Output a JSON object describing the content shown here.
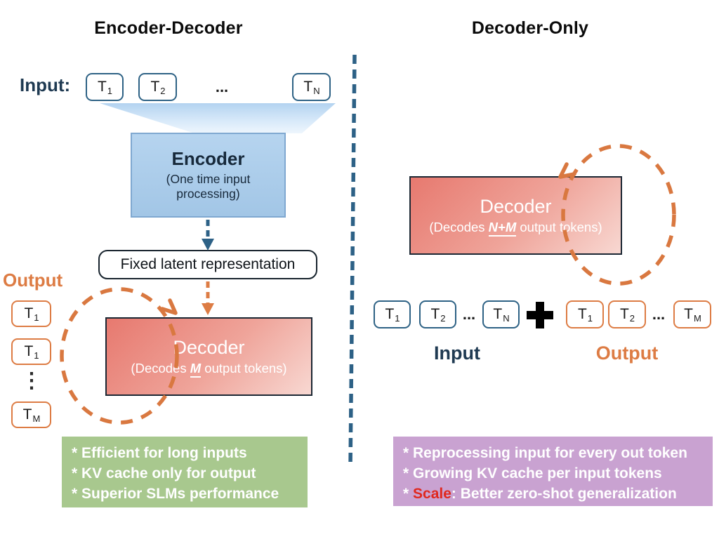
{
  "colors": {
    "accent_orange": "#dd7c44",
    "navy_text": "#1f3a52",
    "blue_token_border": "#2e6285",
    "encoder_fill": "#aacbe9",
    "decoder_gradient_start": "#e7796f",
    "decoder_gradient_end": "#f8d8d2",
    "green_note_fill": "#a8c88e",
    "purple_note_fill": "#c9a2d1",
    "scale_red": "#e0281e",
    "divider_blue": "#2d6186"
  },
  "left": {
    "title": "Encoder-Decoder",
    "input_label": "Input:",
    "ellipsis": "...",
    "input_tokens": [
      {
        "base": "T",
        "sub": "1"
      },
      {
        "base": "T",
        "sub": "2"
      },
      {
        "base": "T",
        "sub": "N"
      }
    ],
    "encoder": {
      "title": "Encoder",
      "subtitle": "(One time input processing)"
    },
    "latent_label": "Fixed latent representation",
    "output_label": "Output",
    "output_tokens": [
      {
        "base": "T",
        "sub": "1"
      },
      {
        "base": "T",
        "sub": "1"
      },
      {
        "base": "T",
        "sub": "M"
      }
    ],
    "vertical_ellipsis": "⋮",
    "decoder": {
      "title": "Decoder",
      "subtitle_prefix": "(Decodes ",
      "subtitle_emph": "M",
      "subtitle_suffix": " output tokens)"
    },
    "notes": {
      "line1": "* Efficient for long inputs",
      "line2": "* KV cache only for output",
      "line3": "* Superior SLMs performance"
    }
  },
  "right": {
    "title": "Decoder-Only",
    "decoder": {
      "title": "Decoder",
      "subtitle_prefix": "(Decodes ",
      "subtitle_emph": "N+M",
      "subtitle_suffix": " output tokens)"
    },
    "input_tokens": [
      {
        "base": "T",
        "sub": "1"
      },
      {
        "base": "T",
        "sub": "2"
      },
      {
        "base": "T",
        "sub": "N"
      }
    ],
    "ellipsis": "...",
    "plus_icon": "heavy-plus",
    "output_tokens": [
      {
        "base": "T",
        "sub": "1"
      },
      {
        "base": "T",
        "sub": "2"
      },
      {
        "base": "T",
        "sub": "M"
      }
    ],
    "input_label": "Input",
    "output_label": "Output",
    "notes": {
      "line1": "* Reprocessing input for every out token",
      "line2": "* Growing KV cache per input tokens",
      "line3_bullet": "* ",
      "line3_emph": "Scale",
      "line3_rest": ": Better zero-shot generalization"
    }
  }
}
